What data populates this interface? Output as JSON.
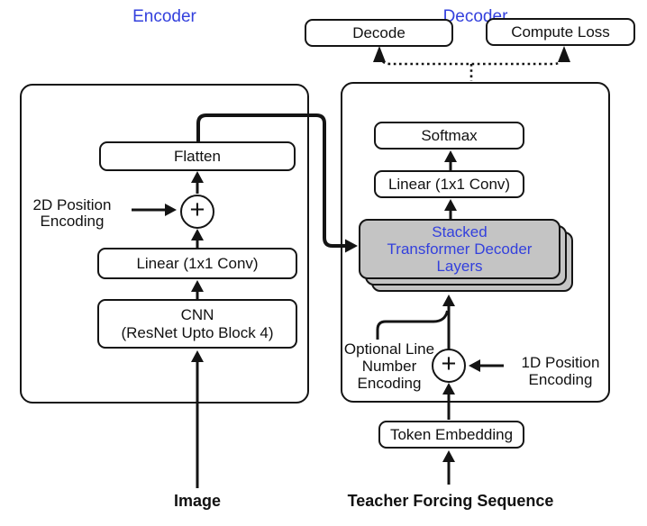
{
  "nodes": {
    "decode": "Decode",
    "compute_loss": "Compute Loss",
    "encoder_title": "Encoder",
    "flatten": "Flatten",
    "enc_plus": "+",
    "enc_pos_label": "2D Position\nEncoding",
    "enc_linear": "Linear (1x1 Conv)",
    "cnn": "CNN\n(ResNet Upto Block 4)",
    "image_input": "Image",
    "decoder_title": "Decoder",
    "softmax": "Softmax",
    "dec_linear": "Linear (1x1 Conv)",
    "stacked": "Stacked\nTransformer Decoder\nLayers",
    "optional_label": "Optional Line\nNumber\nEncoding",
    "dec_plus": "+",
    "dec_pos_label": "1D Position\nEncoding",
    "token_embedding": "Token Embedding",
    "teacher_input": "Teacher Forcing Sequence"
  },
  "colors": {
    "accent_blue": "#3340dd",
    "stack_gray": "#c4c4c4",
    "line_black": "#141414"
  }
}
